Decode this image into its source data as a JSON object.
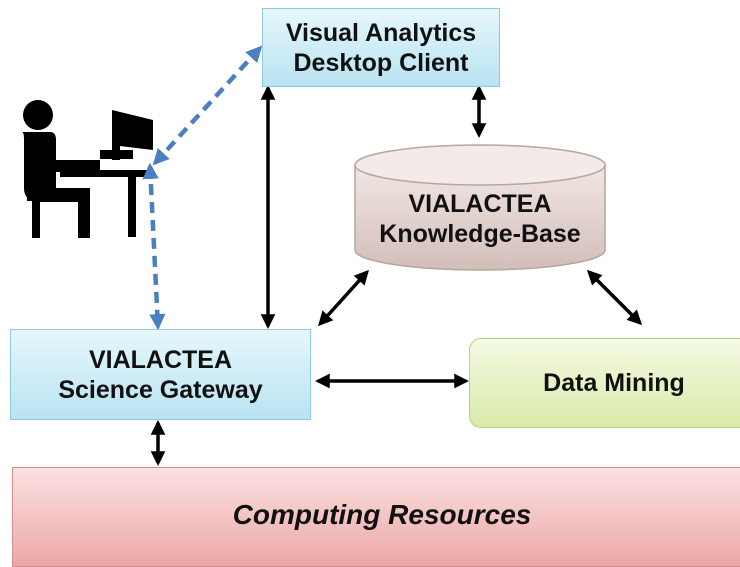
{
  "nodes": {
    "desktop_client": {
      "line1": "Visual Analytics",
      "line2": "Desktop Client"
    },
    "knowledge_base": {
      "line1": "VIALACTEA",
      "line2": "Knowledge-Base"
    },
    "science_gateway": {
      "line1": "VIALACTEA",
      "line2": "Science Gateway"
    },
    "data_mining": {
      "label": "Data Mining"
    },
    "computing_resources": {
      "label": "Computing Resources"
    }
  },
  "colors": {
    "client_gateway_fill": "#c9ebf5",
    "knowledge_base_fill": "#e6d8d5",
    "data_mining_fill": "#e2eebf",
    "computing_fill": "#f2c0c0",
    "solid_arrow": "#000000",
    "dashed_arrow": "#4a7fc1",
    "user_icon": "#000000"
  }
}
